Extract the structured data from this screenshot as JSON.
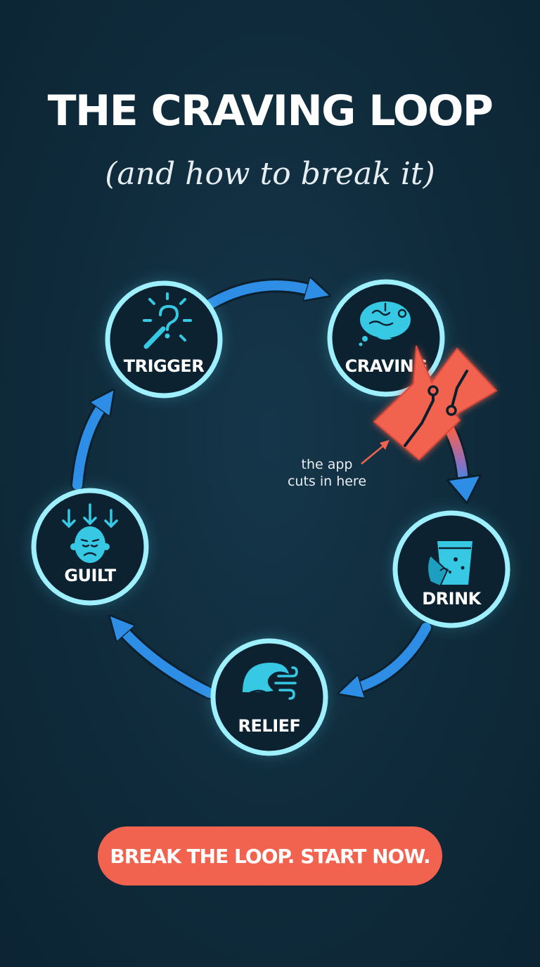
{
  "header": {
    "title": "THE CRAVING LOOP",
    "subtitle": "(and how to break it)"
  },
  "loop": {
    "nodes": [
      {
        "id": "trigger",
        "label": "TRIGGER",
        "icon": "flash-question-icon"
      },
      {
        "id": "craving",
        "label": "CRAVING",
        "icon": "brain-icon"
      },
      {
        "id": "drink",
        "label": "DRINK",
        "icon": "glass-in-hand-icon"
      },
      {
        "id": "relief",
        "label": "RELIEF",
        "icon": "wave-wind-icon"
      },
      {
        "id": "guilt",
        "label": "GUILT",
        "icon": "sad-face-arrows-icon"
      }
    ],
    "break_point": {
      "icon": "broken-circuit-icon",
      "annotation": "the app cuts in here"
    }
  },
  "cta": {
    "label": "BREAK THE LOOP. START NOW."
  },
  "colors": {
    "background": "#0f2a3a",
    "node_ring": "#9ff0ff",
    "node_glow": "#4fd6ee",
    "node_fill": "#0c2230",
    "arrow": "#2e8ee6",
    "icon": "#37c9e4",
    "break_accent": "#f2634f"
  }
}
